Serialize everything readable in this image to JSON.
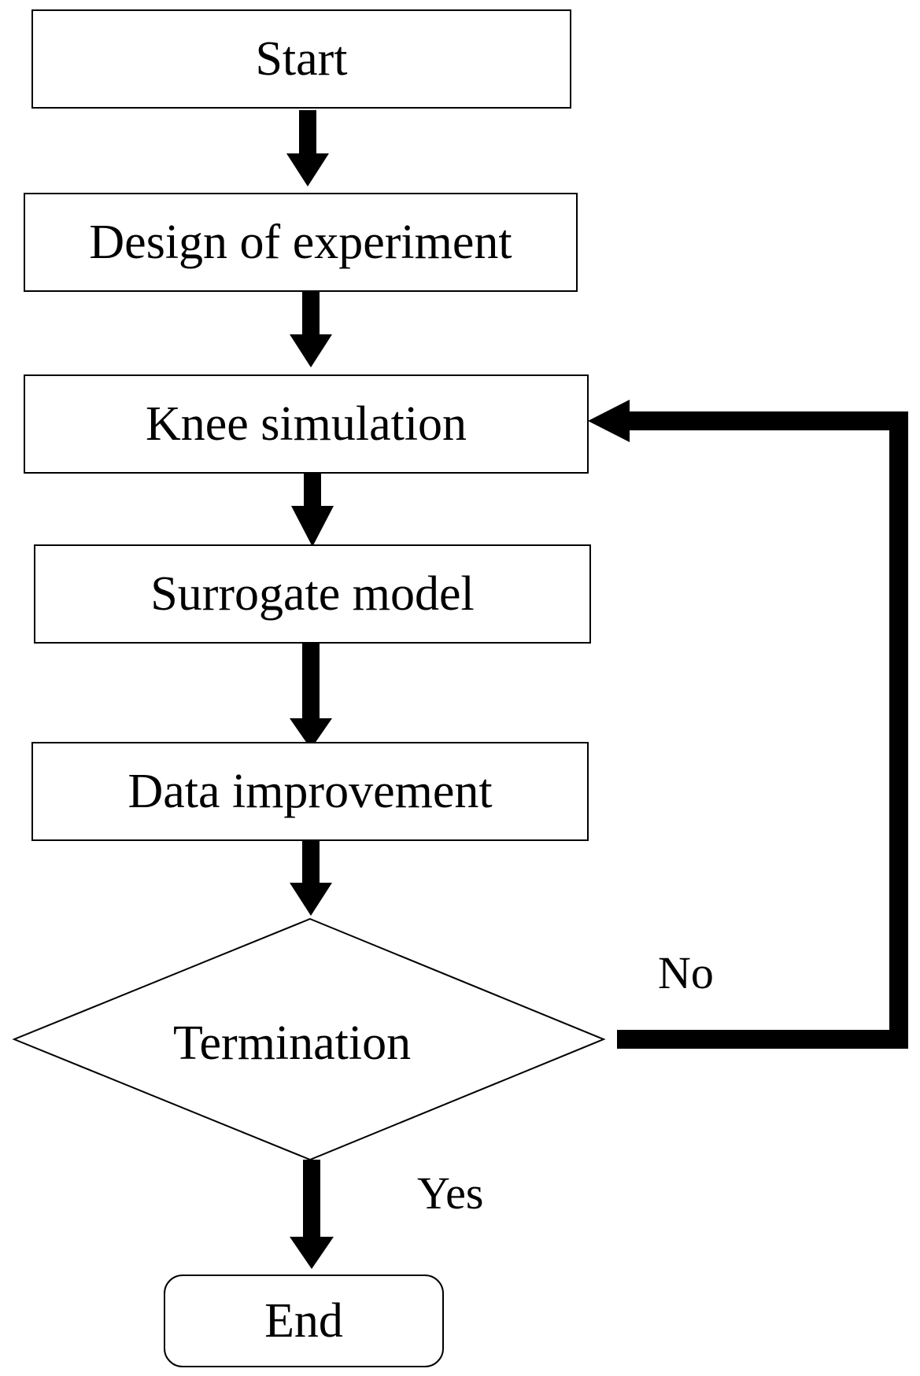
{
  "flowchart": {
    "start": "Start",
    "design": "Design of experiment",
    "knee": "Knee simulation",
    "surrogate": "Surrogate model",
    "data_improvement": "Data improvement",
    "termination": "Termination",
    "end": "End",
    "no_label": "No",
    "yes_label": "Yes"
  }
}
